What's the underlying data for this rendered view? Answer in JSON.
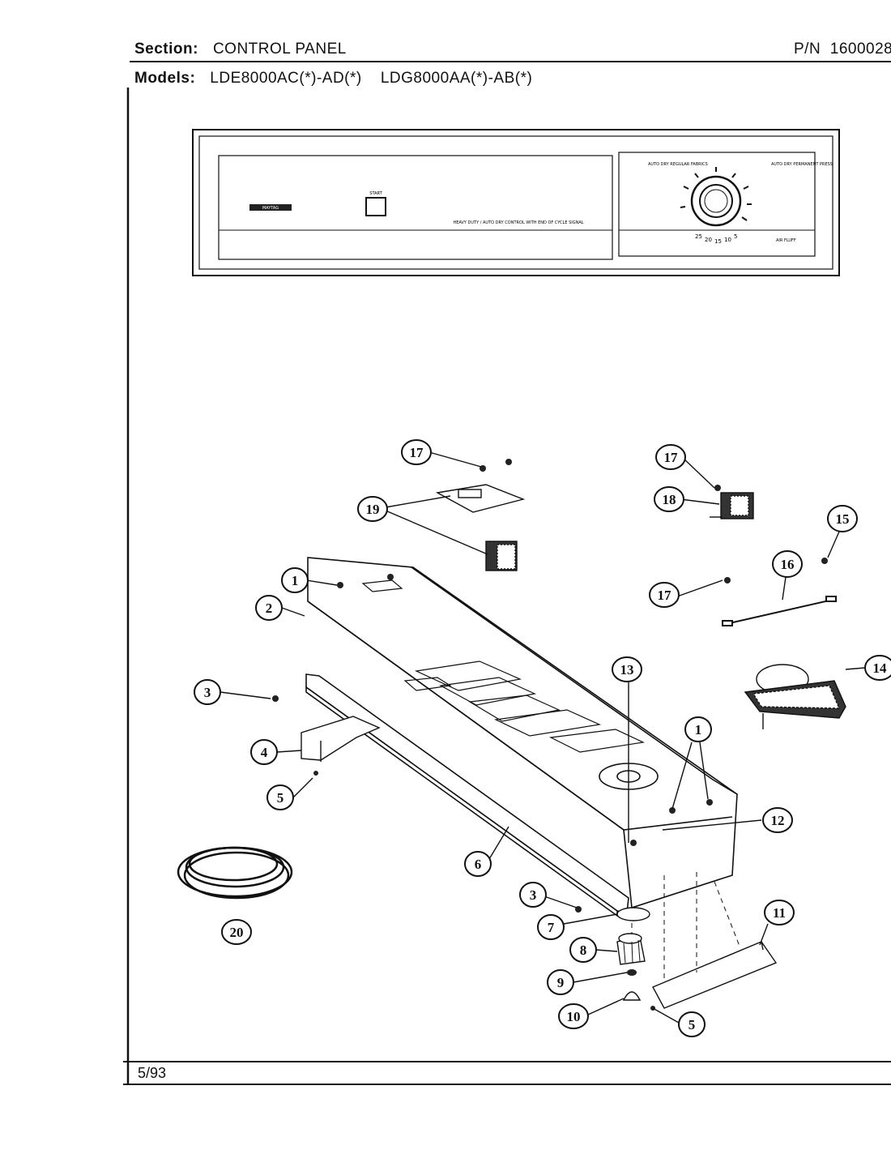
{
  "header": {
    "section_label": "Section:",
    "section_value": "CONTROL PANEL",
    "pn_label": "P/N",
    "pn_value": "1600028",
    "models_label": "Models:",
    "models_value_1": "LDE8000AC(*)-AD(*)",
    "models_value_2": "LDG8000AA(*)-AB(*)"
  },
  "panel": {
    "start_label": "START",
    "brand_label": "MAYTAG",
    "dial_numbers": [
      "25",
      "20",
      "15",
      "10",
      "5"
    ],
    "left_dial_label": "AUTO DRY REGULAR FABRICS",
    "right_dial_label": "AUTO DRY PERMANENT PRESS",
    "air_fluff_label": "AIR FLUFF",
    "cycle_signal_label": "HEAVY DUTY / AUTO DRY CONTROL WITH END OF CYCLE SIGNAL"
  },
  "callouts": [
    {
      "id": "1a",
      "label": "1"
    },
    {
      "id": "2",
      "label": "2"
    },
    {
      "id": "3a",
      "label": "3"
    },
    {
      "id": "4",
      "label": "4"
    },
    {
      "id": "5a",
      "label": "5"
    },
    {
      "id": "6",
      "label": "6"
    },
    {
      "id": "7",
      "label": "7"
    },
    {
      "id": "8",
      "label": "8"
    },
    {
      "id": "9",
      "label": "9"
    },
    {
      "id": "10",
      "label": "10"
    },
    {
      "id": "11",
      "label": "11"
    },
    {
      "id": "12",
      "label": "12"
    },
    {
      "id": "13",
      "label": "13"
    },
    {
      "id": "14",
      "label": "14"
    },
    {
      "id": "15",
      "label": "15"
    },
    {
      "id": "16",
      "label": "16"
    },
    {
      "id": "17a",
      "label": "17"
    },
    {
      "id": "17b",
      "label": "17"
    },
    {
      "id": "17c",
      "label": "17"
    },
    {
      "id": "18",
      "label": "18"
    },
    {
      "id": "19",
      "label": "19"
    },
    {
      "id": "20",
      "label": "20"
    },
    {
      "id": "1b",
      "label": "1"
    },
    {
      "id": "3b",
      "label": "3"
    },
    {
      "id": "5b",
      "label": "5"
    }
  ],
  "footer": {
    "date": "5/93"
  }
}
